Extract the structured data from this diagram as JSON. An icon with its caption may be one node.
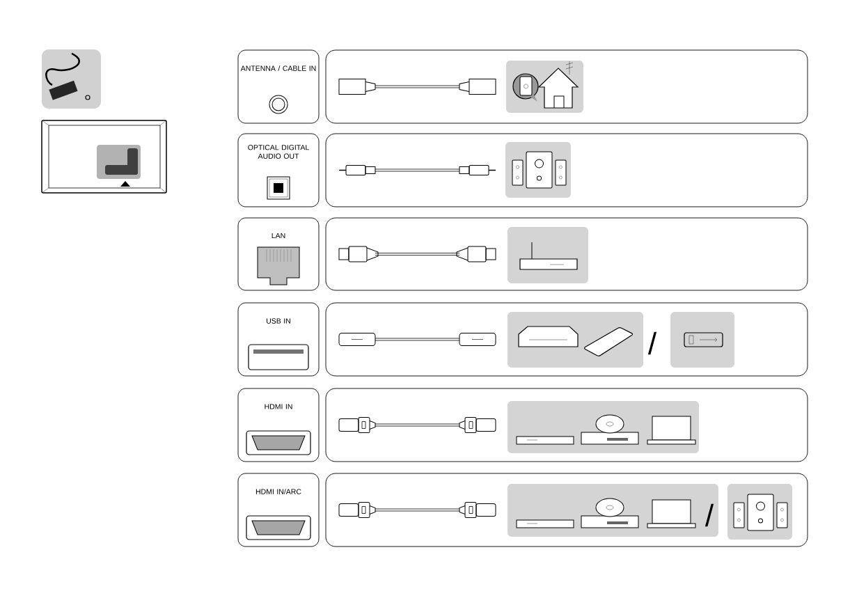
{
  "diagram": {
    "nodes": [
      {
        "text": [
          "ANTENNA / CABLE IN"
        ]
      },
      {
        "text": [],
        "shape": "box"
      },
      {
        "text": [
          "OPTICAL DIGITAL AUDIO OUT"
        ]
      },
      {
        "text": [],
        "shape": "box"
      },
      {
        "text": [
          "LAN"
        ]
      },
      {
        "text": [],
        "shape": "box"
      },
      {
        "text": [
          "USB IN"
        ]
      },
      {
        "text": [],
        "shape": "box"
      },
      {
        "text": [
          "HDMI IN"
        ]
      },
      {
        "text": [],
        "shape": "box"
      },
      {
        "text": [
          "HDMI IN/ARC"
        ]
      },
      {
        "text": [],
        "shape": "box"
      }
    ],
    "labels": [
      "/",
      "/"
    ]
  }
}
